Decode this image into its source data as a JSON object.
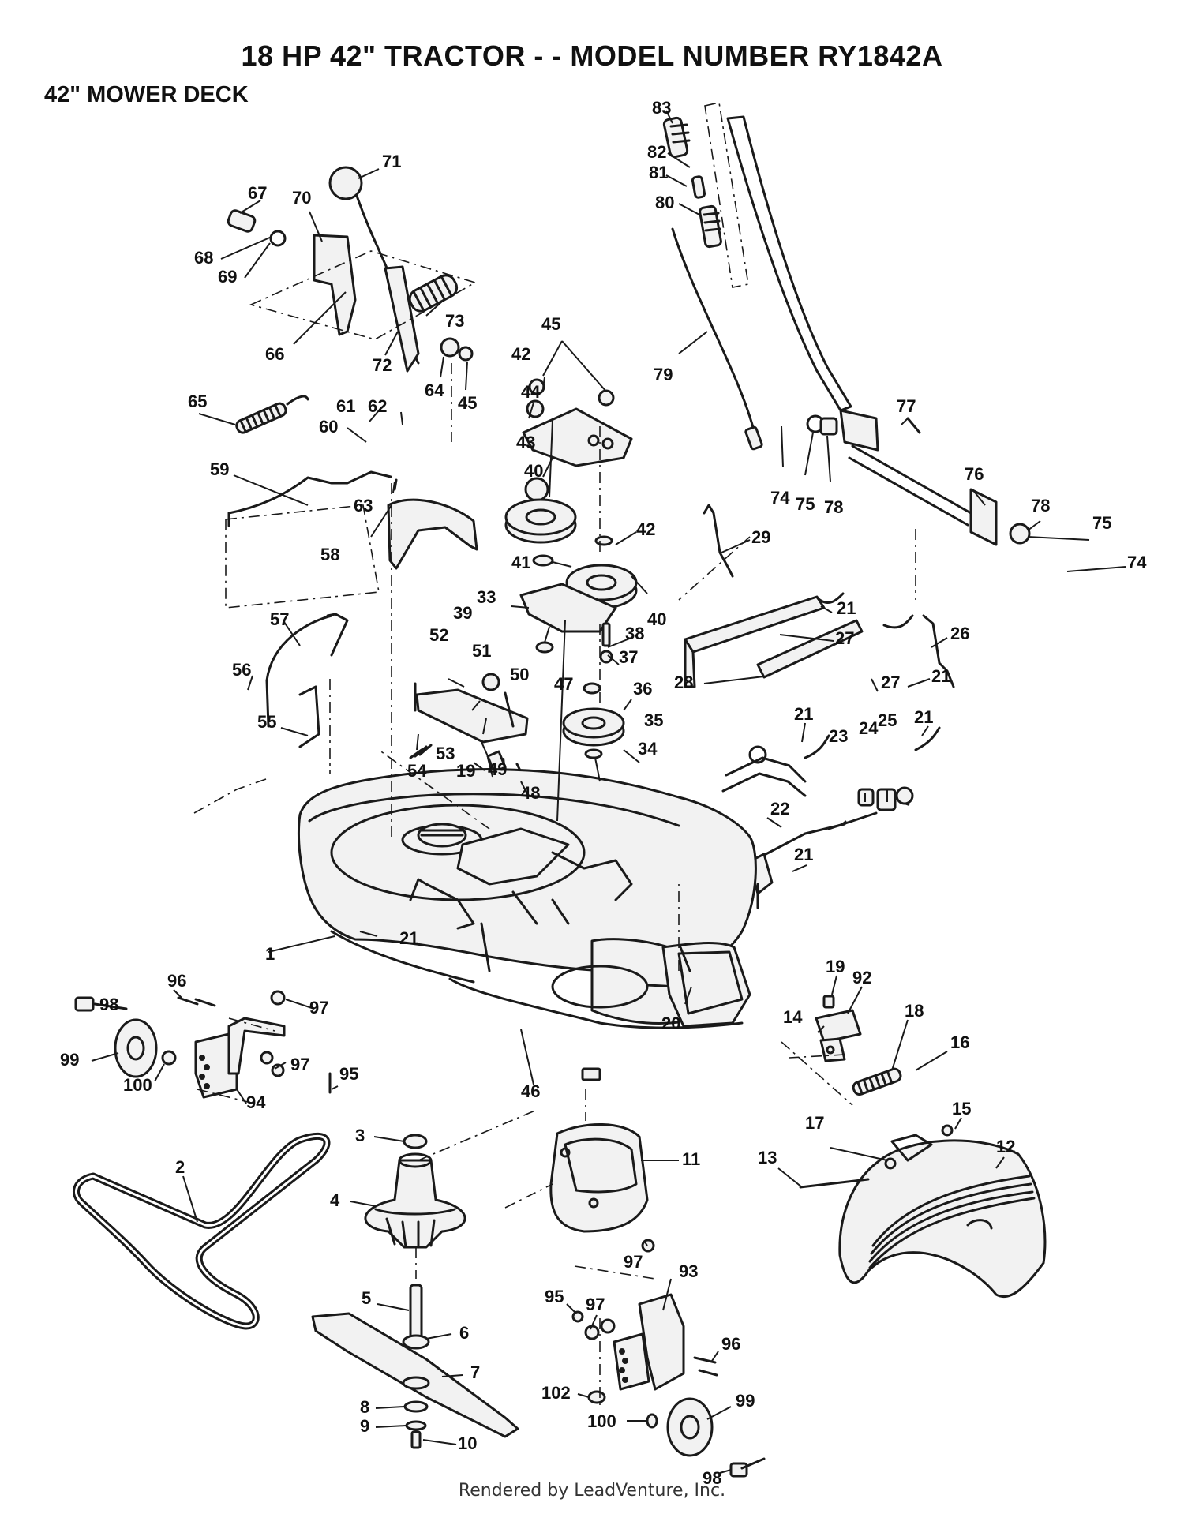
{
  "header": {
    "title": "18 HP 42\" TRACTOR - - MODEL NUMBER RY1842A",
    "subtitle": "42\" MOWER DECK"
  },
  "footer": {
    "credit": "Rendered by LeadVenture, Inc."
  },
  "callouts": [
    {
      "id": "83",
      "label": "83"
    },
    {
      "id": "82",
      "label": "82"
    },
    {
      "id": "81",
      "label": "81"
    },
    {
      "id": "80",
      "label": "80"
    },
    {
      "id": "79",
      "label": "79"
    },
    {
      "id": "77",
      "label": "77"
    },
    {
      "id": "74a",
      "label": "74"
    },
    {
      "id": "75a",
      "label": "75"
    },
    {
      "id": "78a",
      "label": "78"
    },
    {
      "id": "76",
      "label": "76"
    },
    {
      "id": "78b",
      "label": "78"
    },
    {
      "id": "75b",
      "label": "75"
    },
    {
      "id": "74b",
      "label": "74"
    },
    {
      "id": "71",
      "label": "71"
    },
    {
      "id": "67",
      "label": "67"
    },
    {
      "id": "70",
      "label": "70"
    },
    {
      "id": "68",
      "label": "68"
    },
    {
      "id": "69",
      "label": "69"
    },
    {
      "id": "73",
      "label": "73"
    },
    {
      "id": "66",
      "label": "66"
    },
    {
      "id": "72",
      "label": "72"
    },
    {
      "id": "64",
      "label": "64"
    },
    {
      "id": "45a",
      "label": "45"
    },
    {
      "id": "45b",
      "label": "45"
    },
    {
      "id": "42a",
      "label": "42"
    },
    {
      "id": "44",
      "label": "44"
    },
    {
      "id": "43",
      "label": "43"
    },
    {
      "id": "40a",
      "label": "40"
    },
    {
      "id": "42b",
      "label": "42"
    },
    {
      "id": "41",
      "label": "41"
    },
    {
      "id": "40b",
      "label": "40"
    },
    {
      "id": "33",
      "label": "33"
    },
    {
      "id": "39",
      "label": "39"
    },
    {
      "id": "38",
      "label": "38"
    },
    {
      "id": "37",
      "label": "37"
    },
    {
      "id": "36",
      "label": "36"
    },
    {
      "id": "35",
      "label": "35"
    },
    {
      "id": "34",
      "label": "34"
    },
    {
      "id": "47",
      "label": "47"
    },
    {
      "id": "52",
      "label": "52"
    },
    {
      "id": "51",
      "label": "51"
    },
    {
      "id": "50",
      "label": "50"
    },
    {
      "id": "53",
      "label": "53"
    },
    {
      "id": "19a",
      "label": "19"
    },
    {
      "id": "49",
      "label": "49"
    },
    {
      "id": "48",
      "label": "48"
    },
    {
      "id": "54",
      "label": "54"
    },
    {
      "id": "65",
      "label": "65"
    },
    {
      "id": "61",
      "label": "61"
    },
    {
      "id": "62",
      "label": "62"
    },
    {
      "id": "60",
      "label": "60"
    },
    {
      "id": "59",
      "label": "59"
    },
    {
      "id": "63",
      "label": "63"
    },
    {
      "id": "58",
      "label": "58"
    },
    {
      "id": "57",
      "label": "57"
    },
    {
      "id": "56",
      "label": "56"
    },
    {
      "id": "55",
      "label": "55"
    },
    {
      "id": "29",
      "label": "29"
    },
    {
      "id": "21a",
      "label": "21"
    },
    {
      "id": "27a",
      "label": "27"
    },
    {
      "id": "26",
      "label": "26"
    },
    {
      "id": "28",
      "label": "28"
    },
    {
      "id": "21b",
      "label": "21"
    },
    {
      "id": "27b",
      "label": "27"
    },
    {
      "id": "21c",
      "label": "21"
    },
    {
      "id": "24",
      "label": "24"
    },
    {
      "id": "25",
      "label": "25"
    },
    {
      "id": "21d",
      "label": "21"
    },
    {
      "id": "23",
      "label": "23"
    },
    {
      "id": "22",
      "label": "22"
    },
    {
      "id": "21e",
      "label": "21"
    },
    {
      "id": "21f",
      "label": "21"
    },
    {
      "id": "1",
      "label": "1"
    },
    {
      "id": "20",
      "label": "20"
    },
    {
      "id": "46",
      "label": "46"
    },
    {
      "id": "19b",
      "label": "19"
    },
    {
      "id": "92",
      "label": "92"
    },
    {
      "id": "18",
      "label": "18"
    },
    {
      "id": "14",
      "label": "14"
    },
    {
      "id": "16",
      "label": "16"
    },
    {
      "id": "15",
      "label": "15"
    },
    {
      "id": "98a",
      "label": "98"
    },
    {
      "id": "96a",
      "label": "96"
    },
    {
      "id": "97a",
      "label": "97"
    },
    {
      "id": "99a",
      "label": "99"
    },
    {
      "id": "97b",
      "label": "97"
    },
    {
      "id": "100a",
      "label": "100"
    },
    {
      "id": "95a",
      "label": "95"
    },
    {
      "id": "94",
      "label": "94"
    },
    {
      "id": "3",
      "label": "3"
    },
    {
      "id": "11",
      "label": "11"
    },
    {
      "id": "17",
      "label": "17"
    },
    {
      "id": "12",
      "label": "12"
    },
    {
      "id": "13",
      "label": "13"
    },
    {
      "id": "2",
      "label": "2"
    },
    {
      "id": "4",
      "label": "4"
    },
    {
      "id": "97c",
      "label": "97"
    },
    {
      "id": "95b",
      "label": "95"
    },
    {
      "id": "93",
      "label": "93"
    },
    {
      "id": "97d",
      "label": "97"
    },
    {
      "id": "5",
      "label": "5"
    },
    {
      "id": "6",
      "label": "6"
    },
    {
      "id": "96b",
      "label": "96"
    },
    {
      "id": "7",
      "label": "7"
    },
    {
      "id": "102",
      "label": "102"
    },
    {
      "id": "99b",
      "label": "99"
    },
    {
      "id": "8",
      "label": "8"
    },
    {
      "id": "9",
      "label": "9"
    },
    {
      "id": "10",
      "label": "10"
    },
    {
      "id": "100b",
      "label": "100"
    },
    {
      "id": "98b",
      "label": "98"
    }
  ]
}
